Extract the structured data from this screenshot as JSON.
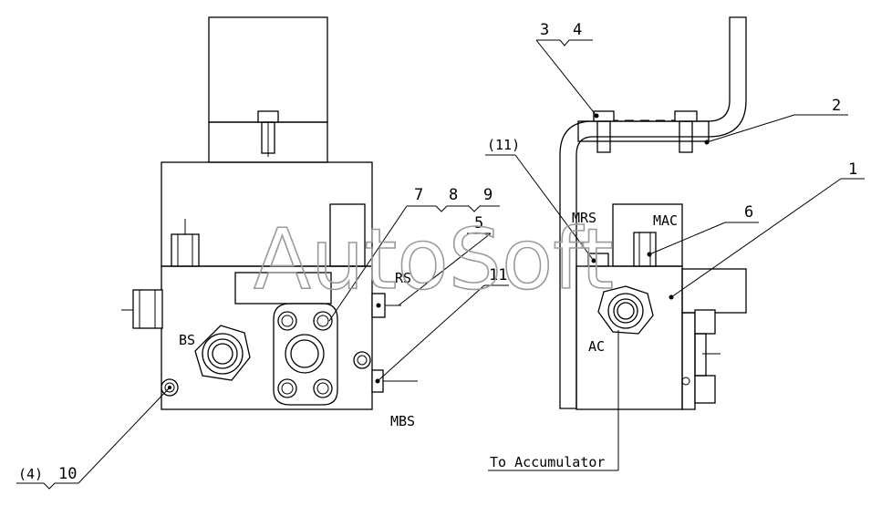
{
  "callouts": {
    "n3": "3",
    "n4": "4",
    "n2": "2",
    "n11p": "(11)",
    "n1": "1",
    "n7": "7",
    "n8": "8",
    "n9": "9",
    "n5": "5",
    "n6": "6",
    "n11": "11",
    "n4p": "(4)",
    "n10": "10"
  },
  "ports": {
    "rs": "RS",
    "bs": "BS",
    "mbs": "MBS",
    "mrs": "MRS",
    "mac": "MAC",
    "ac": "AC"
  },
  "accumulator_label": "To Accumulator",
  "watermark": "AutoSoft"
}
